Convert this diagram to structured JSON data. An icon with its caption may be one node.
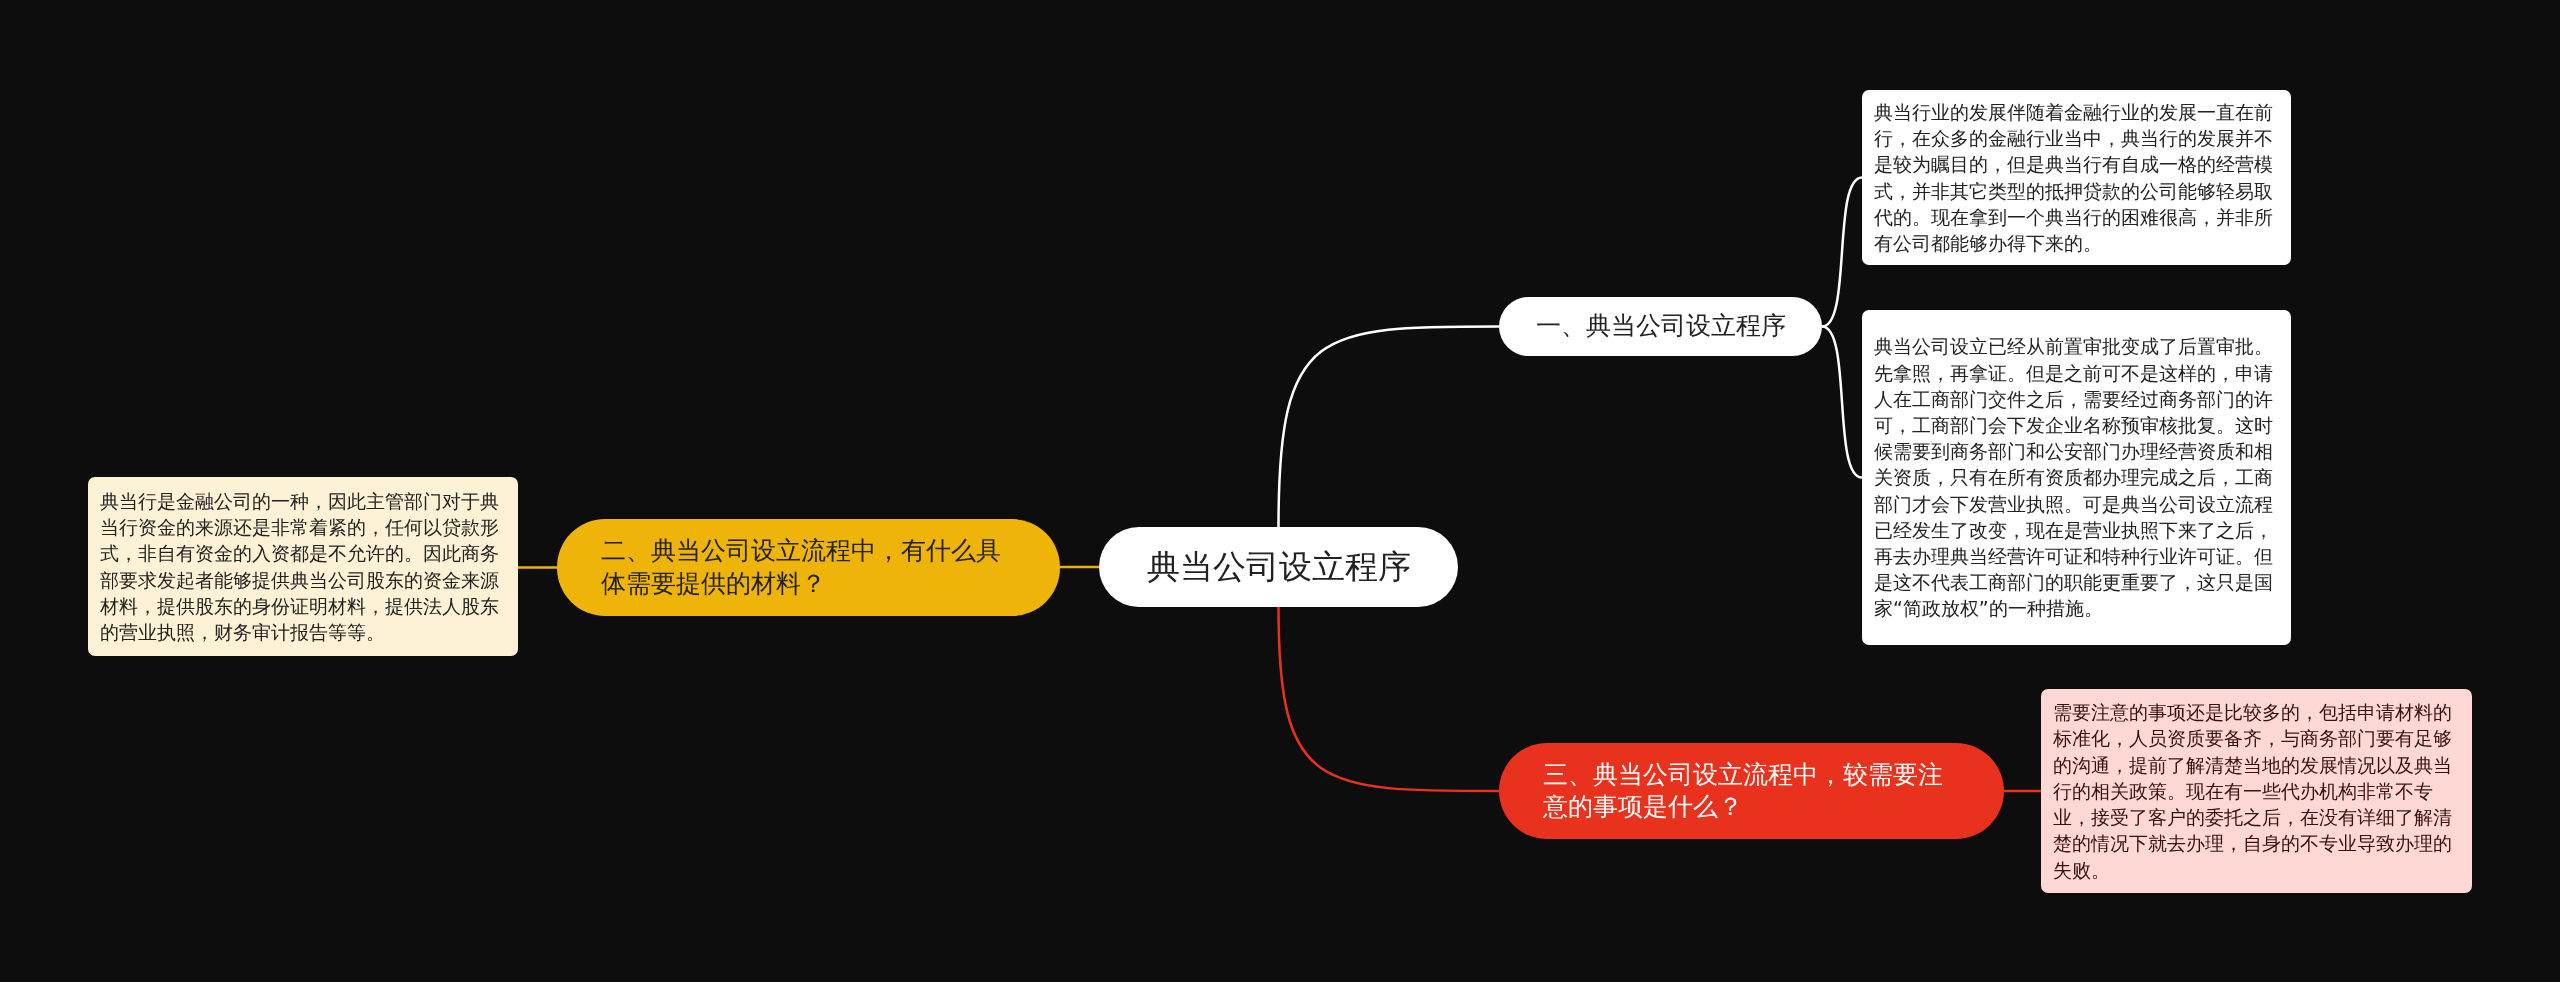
{
  "diagram": {
    "nodes": [
      {
        "text": [
          "典当公司设立程序"
        ]
      },
      {
        "text": [
          "一、典当公司设立程序"
        ]
      },
      {
        "text": [
          "典当行业的发展伴随着金融行业的发展一直在前行，在众多的金融行业当中，典当行的发展并不是较为瞩目的，但是典当行有自成一格的经营模式，并非其它类型的抵押贷款的公司能够轻易取代的。现在拿到一个典当行的困难很高，并非所有公司都能够办得下来的。"
        ]
      },
      {
        "text": [
          "典当公司设立已经从前置审批变成了后置审批。先拿照，再拿证。但是之前可不是这样的，申请人在工商部门交件之后，需要经过商务部门的许可，工商部门会下发企业名称预审核批复。这时候需要到商务部门和公安部门办理经营资质和相关资质，只有在所有资质都办理完成之后，工商部门才会下发营业执照。可是典当公司设立流程已经发生了改变，现在是营业执照下来了之后，再去办理典当经营许可证和特种行业许可证。但是这不代表工商部门的职能更重要了，这只是国家“简政放权”的一种措施。"
        ]
      },
      {
        "text": [
          "二、典当公司设立流程中，有什么具体需要提供的材料？"
        ]
      },
      {
        "text": [
          "典当行是金融公司的一种，因此主管部门对于典当行资金的来源还是非常着紧的，任何以贷款形式，非自有资金的入资都是不允许的。因此商务部要求发起者能够提供典当公司股东的资金来源材料，提供股东的身份证明材料，提供法人股东的营业执照，财务审计报告等等。"
        ]
      },
      {
        "text": [
          "三、典当公司设立流程中，较需要注意的事项是什么？"
        ]
      },
      {
        "text": [
          "需要注意的事项还是比较多的，包括申请材料的标准化，人员资质要备齐，与商务部门要有足够的沟通，提前了解清楚当地的发展情况以及典当行的相关政策。现在有一些代办机构非常不专业，接受了客户的委托之后，在没有详细了解清楚的情况下就去办理，自身的不专业导致办理的失败。"
        ]
      }
    ],
    "edges": [
      {
        "from": 0,
        "to": 1,
        "arrow": "none"
      },
      {
        "from": 1,
        "to": 2,
        "arrow": "none"
      },
      {
        "from": 1,
        "to": 3,
        "arrow": "none"
      },
      {
        "from": 0,
        "to": 4,
        "arrow": "none",
        "color": "#e8b10e"
      },
      {
        "from": 4,
        "to": 5,
        "arrow": "none",
        "color": "#e8b10e"
      },
      {
        "from": 0,
        "to": 6,
        "arrow": "none",
        "color": "#e8321e"
      },
      {
        "from": 6,
        "to": 7,
        "arrow": "none",
        "color": "#e8321e"
      }
    ]
  }
}
